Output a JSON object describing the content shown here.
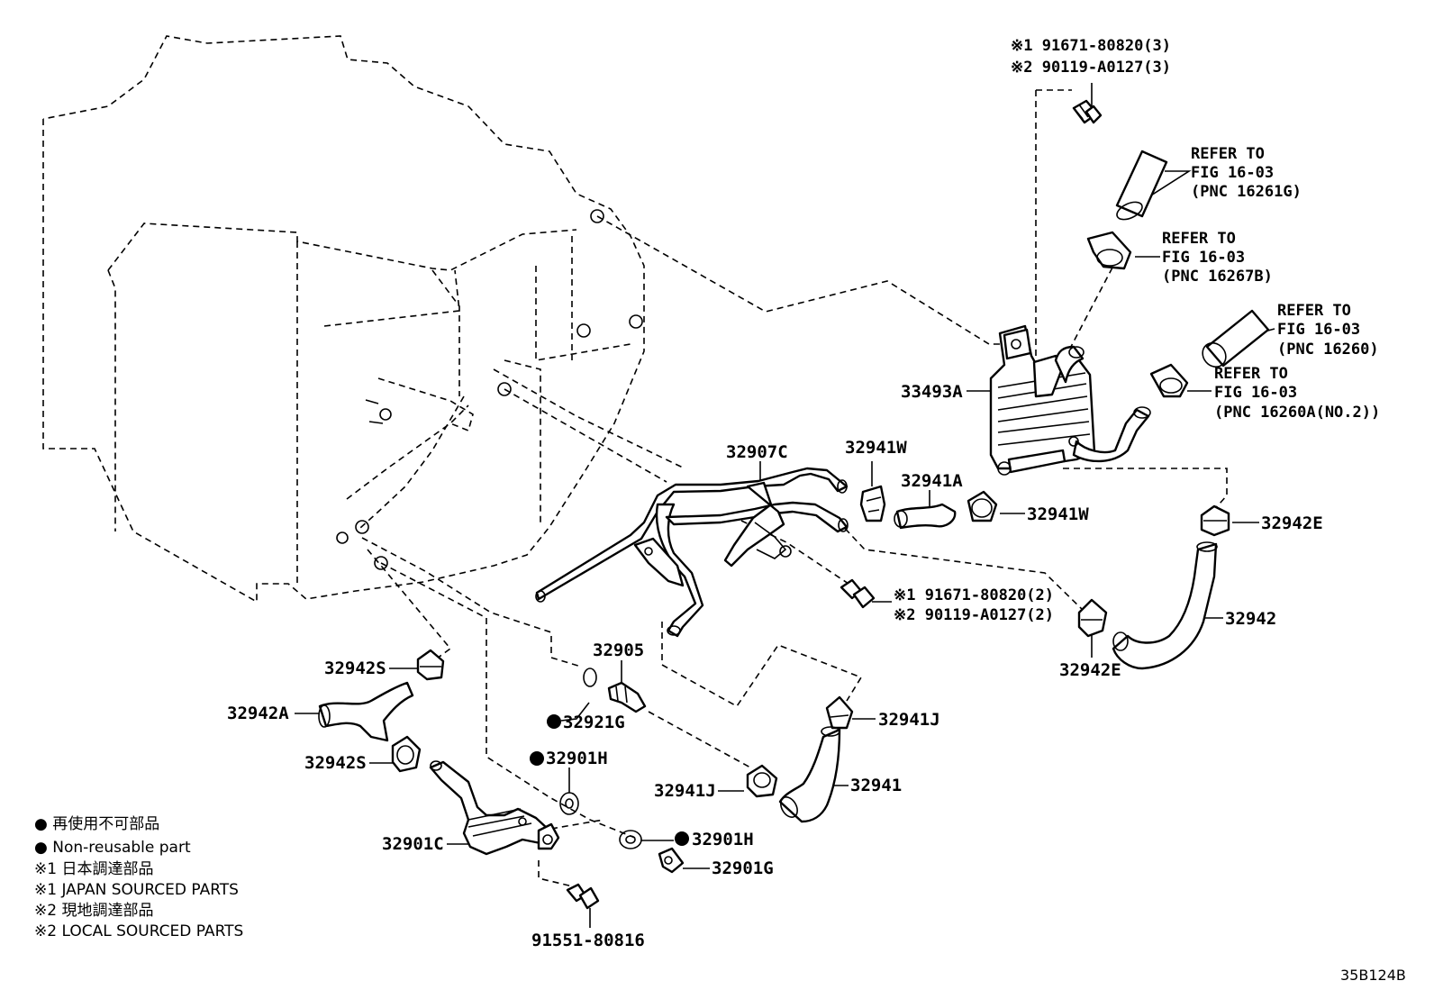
{
  "callouts": {
    "bolt_top_1": "※1 91671-80820(3)",
    "bolt_top_2": "※2 90119-A0127(3)",
    "ref1_a": "REFER TO",
    "ref1_b": "FIG 16-03",
    "ref1_c": "(PNC 16261G)",
    "ref2_a": "REFER TO",
    "ref2_b": "FIG 16-03",
    "ref2_c": "(PNC 16267B)",
    "ref3_a": "REFER TO",
    "ref3_b": "FIG 16-03",
    "ref3_c": "(PNC 16260)",
    "ref4_a": "REFER TO",
    "ref4_b": "FIG 16-03",
    "ref4_c": "(PNC 16260A(NO.2))",
    "p33493A": "33493A",
    "p32907C": "32907C",
    "p32941W_a": "32941W",
    "p32941A": "32941A",
    "p32941W_b": "32941W",
    "p32942E_a": "32942E",
    "bolt_mid_1": "※1 91671-80820(2)",
    "bolt_mid_2": "※2 90119-A0127(2)",
    "p32942": "32942",
    "p32942E_b": "32942E",
    "p32942S_a": "32942S",
    "p32905": "32905",
    "p32942A": "32942A",
    "p32921G": "32921G",
    "p32941J_a": "32941J",
    "p32942S_b": "32942S",
    "p32901H_a": "32901H",
    "p32941J_b": "32941J",
    "p32941": "32941",
    "p32901C": "32901C",
    "p32901H_b": "32901H",
    "p32901G": "32901G",
    "p91551": "91551-80816"
  },
  "legend": {
    "line1": "● 再使用不可部品",
    "line2": "● Non-reusable part",
    "line3": "※1 日本調達部品",
    "line4": "※1 JAPAN SOURCED PARTS",
    "line5": "※2 現地調達部品",
    "line6": "※2 LOCAL SOURCED PARTS"
  },
  "diagram_code": "35B124B"
}
